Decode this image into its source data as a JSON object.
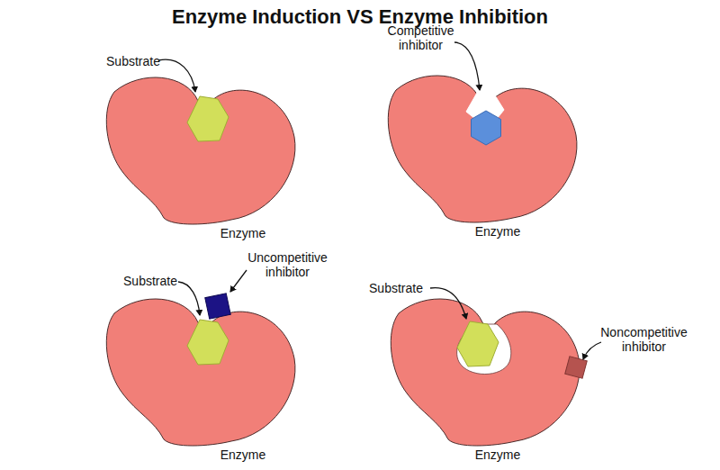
{
  "diagram": {
    "title": "Enzyme Induction VS Enzyme Inhibition",
    "nodes": [
      {
        "text": [
          "Enzyme"
        ]
      },
      {
        "text": [
          "Enzyme"
        ]
      },
      {
        "text": [
          "Enzyme"
        ]
      },
      {
        "text": [
          "Enzyme"
        ]
      }
    ],
    "labels": [
      "Substrate",
      "Competitive inhibitor",
      "Substrate",
      "Uncompetitive inhibitor",
      "Substrate",
      "Noncompetitive inhibitor"
    ]
  }
}
